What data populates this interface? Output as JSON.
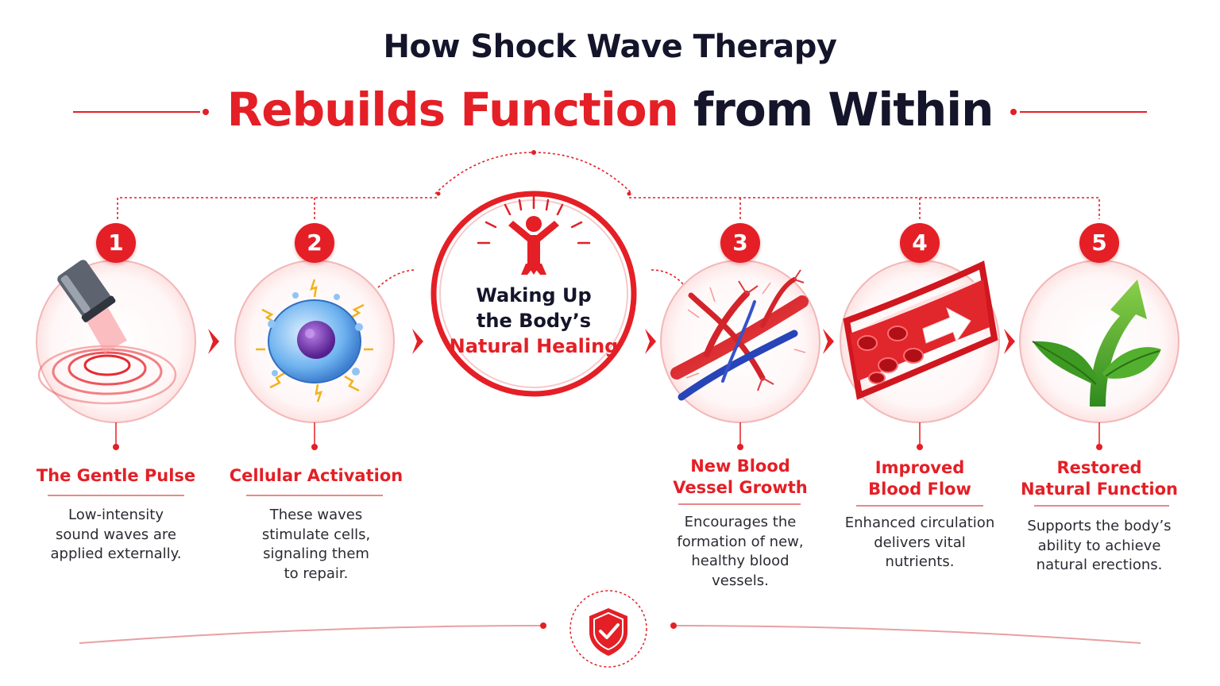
{
  "title": {
    "line1": "How Shock Wave Therapy",
    "line2_accent": "Rebuilds Function",
    "line2_rest": "from Within"
  },
  "center": {
    "line1": "Waking Up",
    "line2": "the Body’s",
    "line3": "Natural Healing"
  },
  "steps": [
    {
      "number": "1",
      "label_line1": "The Gentle Pulse",
      "label_line2": "",
      "desc": [
        "Low-intensity",
        "sound waves are",
        "applied externally."
      ]
    },
    {
      "number": "2",
      "label_line1": "Cellular Activation",
      "label_line2": "",
      "desc": [
        "These waves",
        "stimulate cells,",
        "signaling them",
        "to repair."
      ]
    },
    {
      "number": "3",
      "label_line1": "New Blood",
      "label_line2": "Vessel Growth",
      "desc": [
        "Encourages the",
        "formation of new,",
        "healthy blood",
        "vessels."
      ]
    },
    {
      "number": "4",
      "label_line1": "Improved",
      "label_line2": "Blood Flow",
      "desc": [
        "Enhanced circulation",
        "delivers vital",
        "nutrients."
      ]
    },
    {
      "number": "5",
      "label_line1": "Restored",
      "label_line2": "Natural Function",
      "desc": [
        "Supports the body’s",
        "ability to achieve",
        "natural erections."
      ]
    }
  ],
  "colors": {
    "accent": "#e41f26",
    "dark": "#14142a",
    "text": "#2b2b33"
  },
  "icons": {
    "center": "person-joy-icon",
    "step1": "shockwave-applicator-icon",
    "step2": "activated-cell-icon",
    "step3": "blood-vessels-icon",
    "step4": "blood-flow-arrow-icon",
    "step5": "sprout-growth-arrow-icon",
    "footer": "shield-check-icon"
  }
}
